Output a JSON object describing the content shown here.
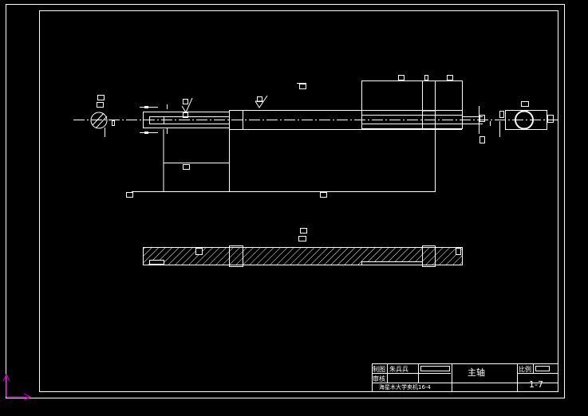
{
  "drawing": {
    "part_name": "主轴",
    "drawing_number": "1-7",
    "designer_label": "制图",
    "designer_name": "朱兵兵",
    "reviewer_label": "审核",
    "school": "海星木大学卖机16-4",
    "scale_label": "比例",
    "line_color": "#ffffff",
    "background_color": "#000000",
    "ucs_color": "#c000c0"
  }
}
